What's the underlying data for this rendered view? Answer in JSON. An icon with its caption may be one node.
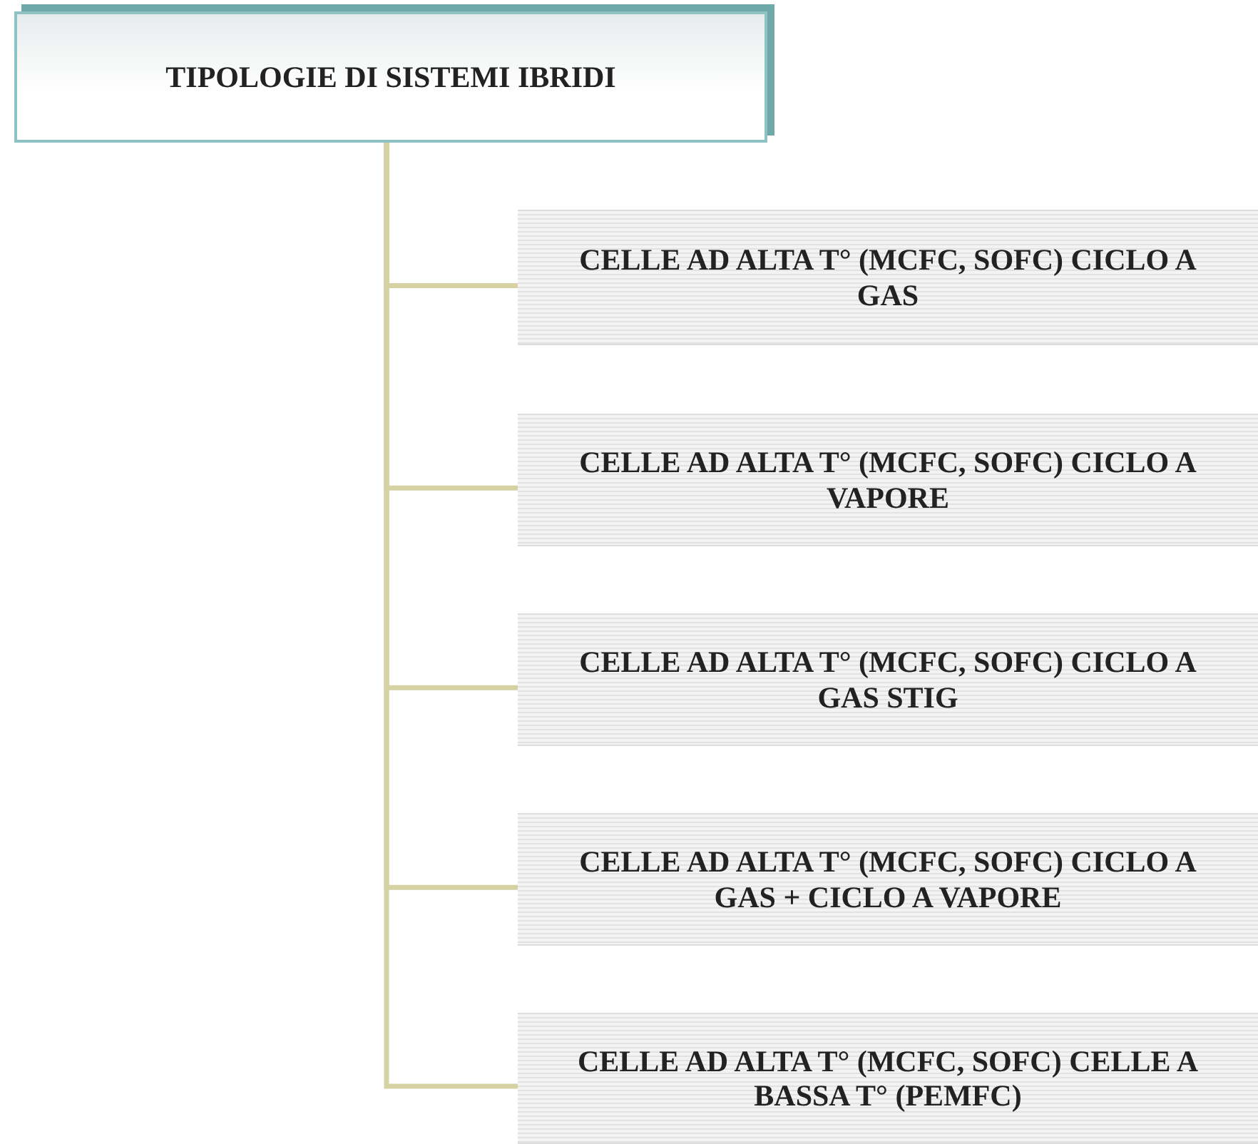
{
  "diagram": {
    "nodes": [
      {
        "text": [
          "TIPOLOGIE DI SISTEMI IBRIDI"
        ]
      },
      {
        "text": [
          "CELLE AD ALTA T° (MCFC, SOFC) CICLO A GAS"
        ]
      },
      {
        "text": [
          "CELLE AD ALTA T° (MCFC, SOFC) CICLO A VAPORE"
        ]
      },
      {
        "text": [
          "CELLE AD ALTA T° (MCFC, SOFC) CICLO A GAS STIG"
        ]
      },
      {
        "text": [
          "CELLE AD ALTA T° (MCFC, SOFC) CICLO A GAS + CICLO A VAPORE"
        ]
      },
      {
        "text": [
          "CELLE AD ALTA T° (MCFC, SOFC) CELLE A BASSA T° (PEMFC)"
        ]
      }
    ],
    "edges": [
      {
        "from": 0,
        "to": 1,
        "arrow": "none"
      },
      {
        "from": 0,
        "to": 2,
        "arrow": "none"
      },
      {
        "from": 0,
        "to": 3,
        "arrow": "none"
      },
      {
        "from": 0,
        "to": 4,
        "arrow": "none"
      },
      {
        "from": 0,
        "to": 5,
        "arrow": "none"
      }
    ]
  }
}
